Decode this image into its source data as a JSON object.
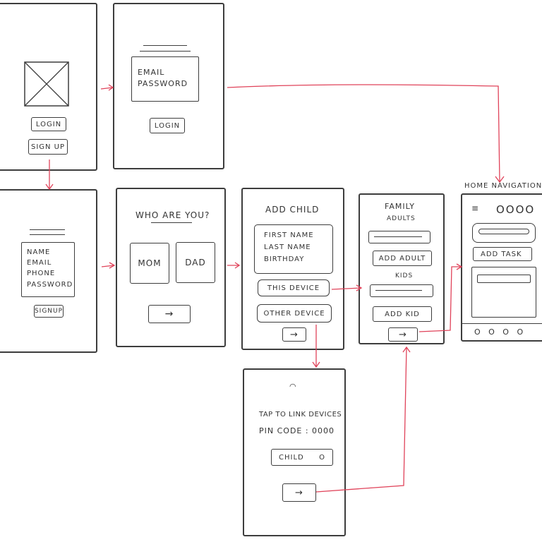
{
  "colors": {
    "ink": "#3d3d3d",
    "flow": "#e0435a"
  },
  "screens": {
    "start": {
      "login": "LOGIN",
      "signup": "SIGN UP"
    },
    "login": {
      "field_email": "EMAIL",
      "field_password": "PASSWORD",
      "login": "LOGIN"
    },
    "signup": {
      "fields": [
        "NAME",
        "EMAIL",
        "PHONE",
        "PASSWORD"
      ],
      "signup": "SIGNUP"
    },
    "who": {
      "title": "WHO ARE YOU?",
      "mom": "MOM",
      "dad": "DAD",
      "next": "→"
    },
    "add_child": {
      "title": "ADD CHILD",
      "fields": [
        "FIRST NAME",
        "LAST NAME",
        "BIRTHDAY"
      ],
      "this_device": "THIS DEVICE",
      "other_device": "OTHER DEVICE",
      "next": "→"
    },
    "family": {
      "title": "FAMILY",
      "adults": "ADULTS",
      "add_adult": "ADD ADULT",
      "kids": "KIDS",
      "add_kid": "ADD KID",
      "next": "→"
    },
    "home": {
      "title": "HOME NAVIGATION",
      "menu": "≡",
      "avatars": "OOOO",
      "add_task": "ADD TASK",
      "tabs": "O O O O"
    },
    "link": {
      "wifi": "◠",
      "tap_text": "TAP TO LINK DEVICES",
      "pin": "PIN CODE : 0000",
      "child": "CHILD",
      "child_avatar": "O",
      "next": "→"
    }
  }
}
